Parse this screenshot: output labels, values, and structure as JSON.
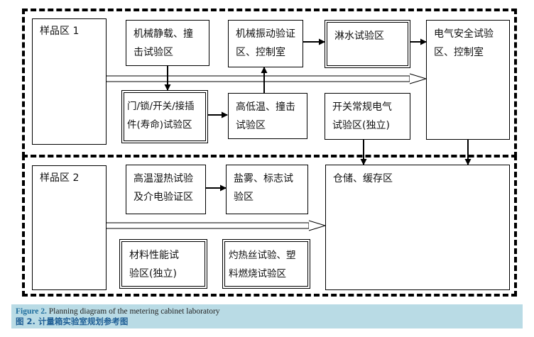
{
  "diagram": {
    "zones": [
      "样品区 1",
      "样品区 2"
    ],
    "boxes": {
      "mech_static": "机械静载、撞\n击试验区",
      "mech_vibration": "机械振动验证\n区、控制室",
      "rain": "淋水试验区",
      "electrical_safety": "电气安全试验\n区、控制室",
      "door_lock": "门/锁/开关/接插\n件(寿命)试验区",
      "temp_impact": "高低温、撞击\n试验区",
      "switch_electrical": "开关常规电气\n试验区(独立)",
      "humidity": "高温湿热试验\n及介电验证区",
      "salt_fog": "盐雾、标志试\n验区",
      "storage": "仓储、缓存区",
      "material": "材料性能试\n验区(独立)",
      "glow_wire": "灼热丝试验、塑\n料燃烧试验区"
    }
  },
  "caption": {
    "en_label": "Figure 2.",
    "en_text": "Planning diagram of the metering cabinet laboratory",
    "zh_label": "图 2.",
    "zh_text": "计量箱实验室规划参考图"
  }
}
